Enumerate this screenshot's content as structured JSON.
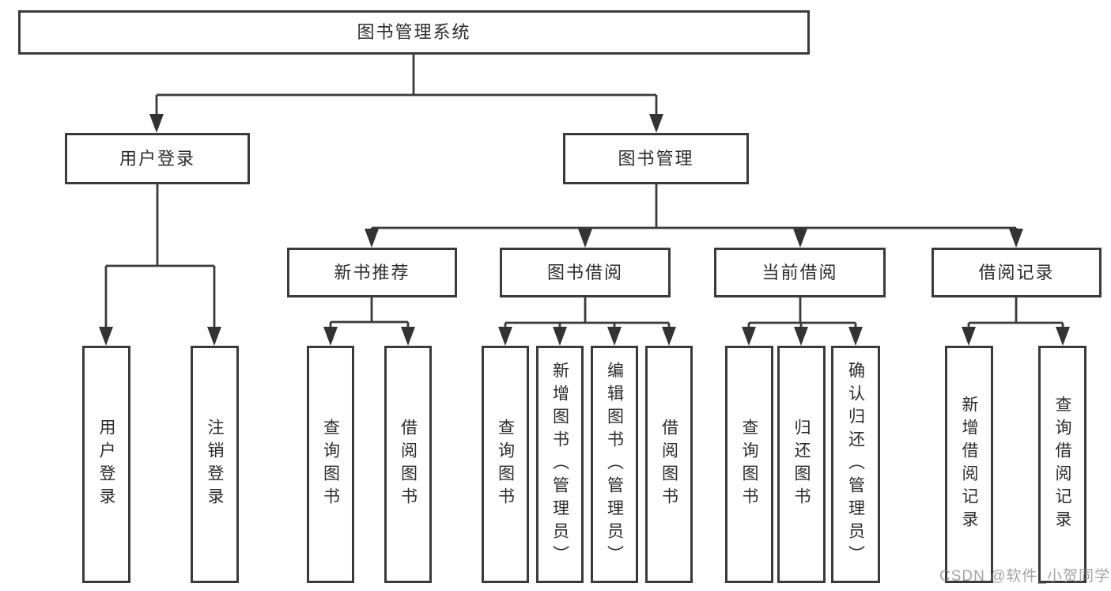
{
  "diagram": {
    "type": "functional-structure-tree",
    "nodes": {
      "root": "图书管理系统",
      "user_login": "用户登录",
      "book_mgmt": "图书管理",
      "new_book_rec": "新书推荐",
      "book_borrow": "图书借阅",
      "current_borrow": "当前借阅",
      "borrow_records": "借阅记录",
      "leaf_user_login": "用户登录",
      "leaf_logout": "注销登录",
      "leaf_query_book_a": "查询图书",
      "leaf_borrow_book_a": "借阅图书",
      "leaf_query_book_b": "查询图书",
      "leaf_add_book_admin": "新增图书（管理员）",
      "leaf_edit_book_admin": "编辑图书（管理员）",
      "leaf_borrow_book_b": "借阅图书",
      "leaf_query_book_c": "查询图书",
      "leaf_return_book": "归还图书",
      "leaf_confirm_return_admin": "确认归还（管理员）",
      "leaf_add_borrow_record": "新增借阅记录",
      "leaf_query_borrow_record": "查询借阅记录"
    },
    "edges": [
      [
        "root",
        "user_login"
      ],
      [
        "root",
        "book_mgmt"
      ],
      [
        "user_login",
        "leaf_user_login"
      ],
      [
        "user_login",
        "leaf_logout"
      ],
      [
        "book_mgmt",
        "new_book_rec"
      ],
      [
        "book_mgmt",
        "book_borrow"
      ],
      [
        "book_mgmt",
        "current_borrow"
      ],
      [
        "book_mgmt",
        "borrow_records"
      ],
      [
        "new_book_rec",
        "leaf_query_book_a"
      ],
      [
        "new_book_rec",
        "leaf_borrow_book_a"
      ],
      [
        "book_borrow",
        "leaf_query_book_b"
      ],
      [
        "book_borrow",
        "leaf_add_book_admin"
      ],
      [
        "book_borrow",
        "leaf_edit_book_admin"
      ],
      [
        "book_borrow",
        "leaf_borrow_book_b"
      ],
      [
        "current_borrow",
        "leaf_query_book_c"
      ],
      [
        "current_borrow",
        "leaf_return_book"
      ],
      [
        "current_borrow",
        "leaf_confirm_return_admin"
      ],
      [
        "borrow_records",
        "leaf_add_borrow_record"
      ],
      [
        "borrow_records",
        "leaf_query_borrow_record"
      ]
    ],
    "colors": {
      "background": "#ffffff",
      "box_border": "#3a3a3a",
      "line": "#3a3a3a",
      "arrowhead": "#333333",
      "text": "#2b2b2b",
      "watermark_text": "#808080"
    },
    "watermark": "CSDN @软件_小贺同学"
  }
}
